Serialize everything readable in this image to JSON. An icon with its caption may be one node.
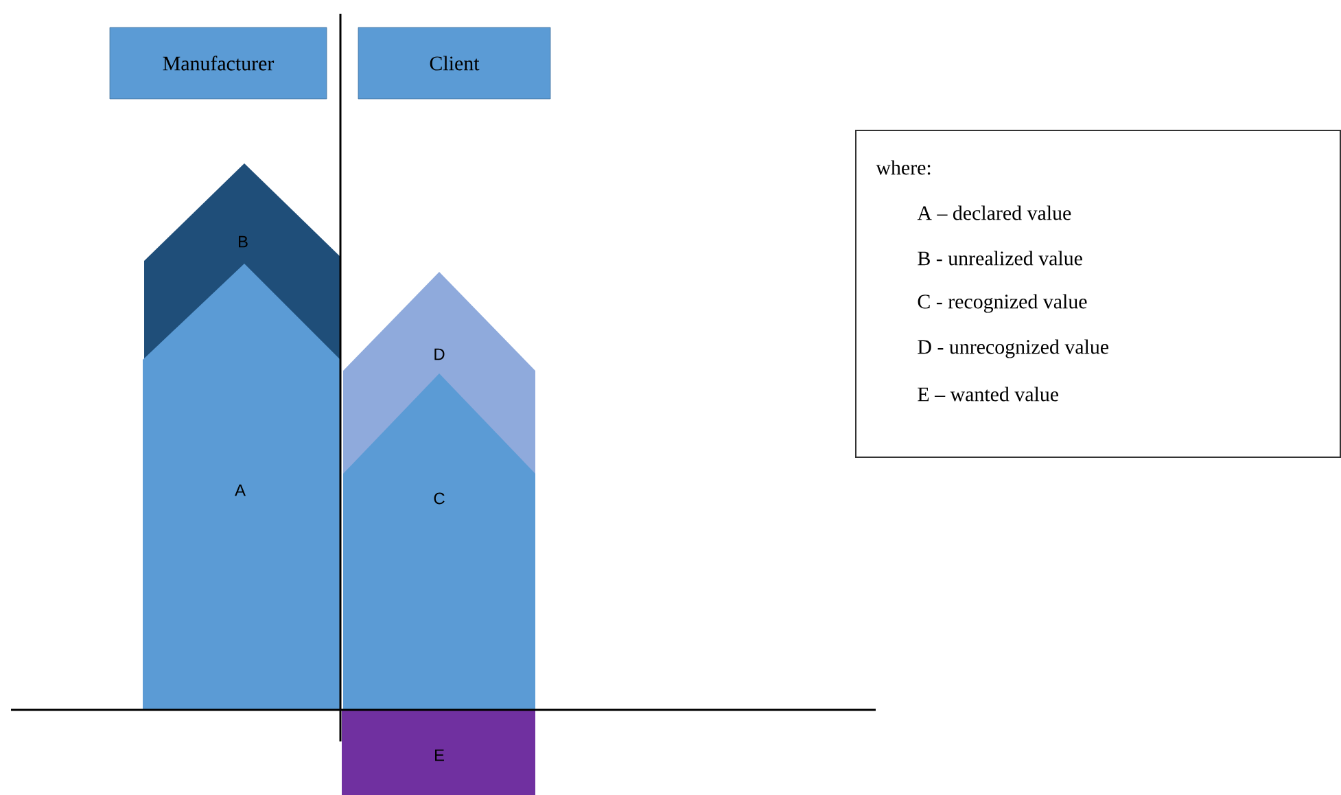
{
  "diagram": {
    "nodes": [
      {
        "text": [
          "Manufacturer"
        ]
      },
      {
        "text": [
          "Client"
        ]
      },
      {
        "text": [
          "B"
        ]
      },
      {
        "text": [
          "A"
        ]
      },
      {
        "text": [
          "D"
        ]
      },
      {
        "text": [
          "C"
        ]
      },
      {
        "text": [
          "E"
        ]
      },
      {
        "text": [
          "where:",
          "A – declared value",
          "B - unrealized value",
          "C - recognized value",
          "D - unrecognized value",
          "E – wanted value"
        ]
      }
    ]
  }
}
